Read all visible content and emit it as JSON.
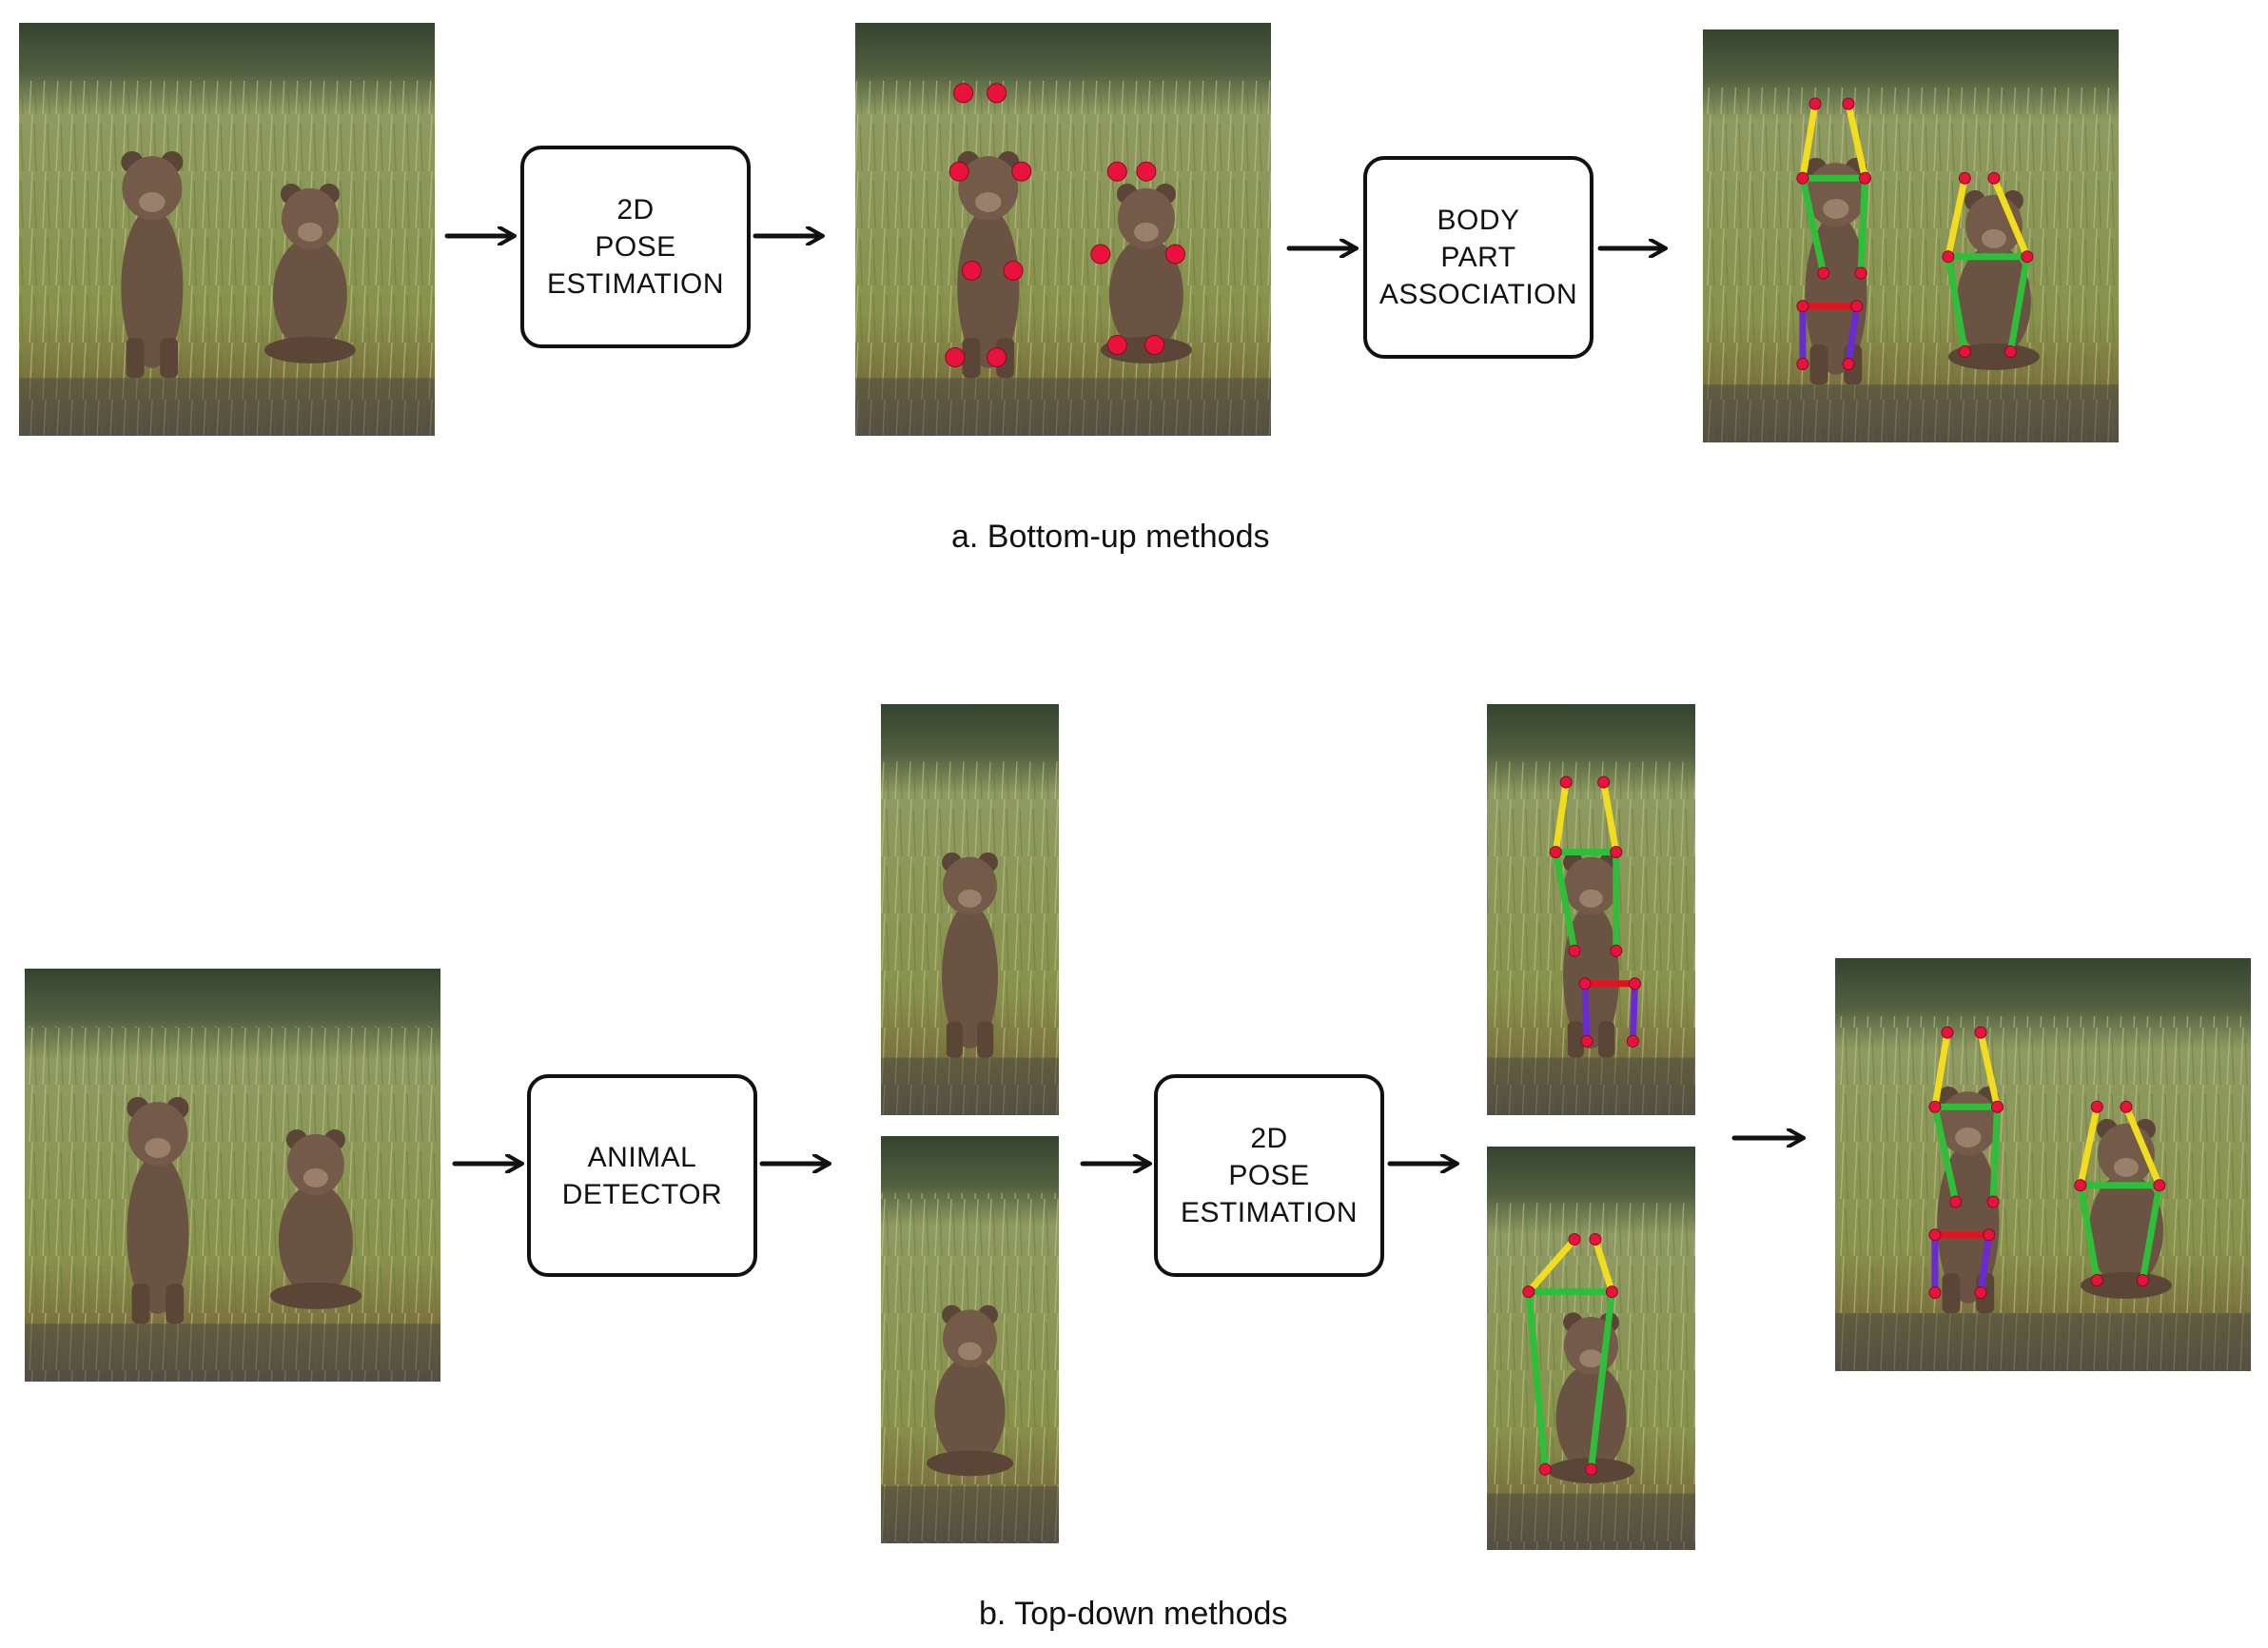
{
  "diagram": {
    "section_a": {
      "caption": "a. Bottom-up methods",
      "steps": [
        {
          "lines": [
            "2D",
            "POSE",
            "ESTIMATION"
          ]
        },
        {
          "lines": [
            "BODY",
            "PART",
            "ASSOCIATION"
          ]
        }
      ]
    },
    "section_b": {
      "caption": "b. Top-down methods",
      "steps": [
        {
          "lines": [
            "ANIMAL",
            "DETECTOR"
          ]
        },
        {
          "lines": [
            "2D",
            "POSE",
            "ESTIMATION"
          ]
        }
      ]
    },
    "colors": {
      "keypoint": "#e8123c",
      "head_limb": "#f2dc1f",
      "body_limb": "#2fbe3a",
      "hip_link": "#e0141e",
      "hind_leg": "#6a2bd0",
      "grass": "#8f9a55",
      "sky_trees": "#3a4a38",
      "bear": "#6b5344",
      "arrow": "#111111"
    }
  }
}
